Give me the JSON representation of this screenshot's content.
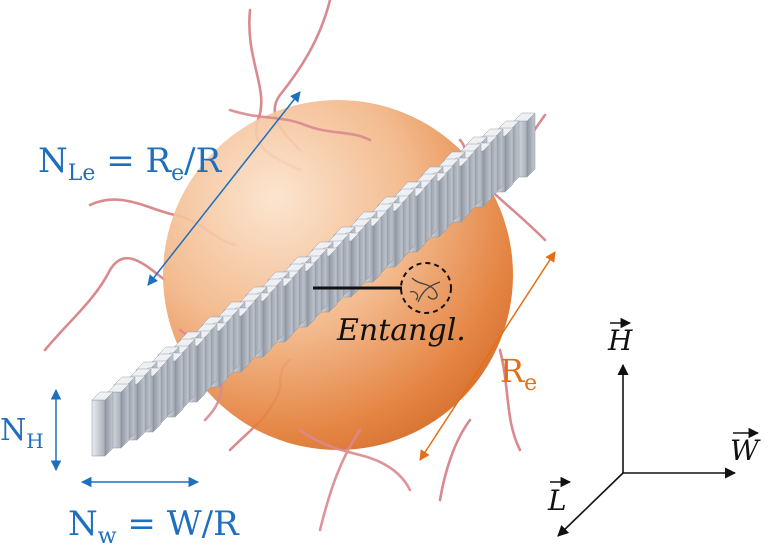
{
  "labels": {
    "n_le_main": "N",
    "n_le_sub": "Le",
    "n_le_rest": " = R",
    "n_le_sub2": "e",
    "n_le_tail": "/R",
    "n_w_main": "N",
    "n_w_sub": "w",
    "n_w_rest": " = W/R",
    "n_h_main": "N",
    "n_h_sub": "H",
    "r_e_main": "R",
    "r_e_sub": "e",
    "entangl": "Entangl."
  },
  "axes": {
    "h": "H",
    "w": "W",
    "l": "L"
  },
  "colors": {
    "blue": "#1f6fbf",
    "orange": "#e36f14",
    "sphere_light": "#f6cfa9",
    "sphere_dark": "#d9661d",
    "chain": "#d98a8e",
    "block": "#c9cdd4"
  }
}
